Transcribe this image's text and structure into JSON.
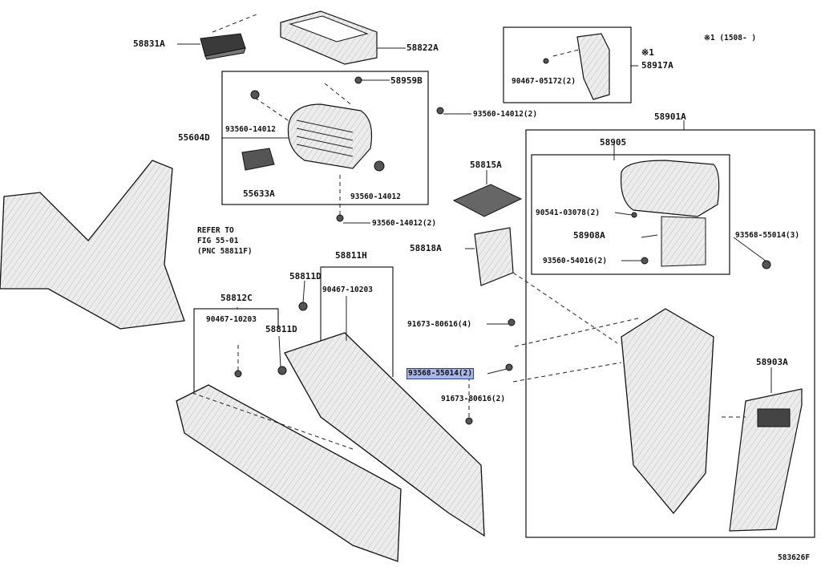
{
  "diagram_code": "583626F",
  "note": "※1 (1508-      )",
  "note_marker": "※1",
  "refer": {
    "line1": "REFER TO",
    "line2": "FIG 55-01",
    "line3": "(PNC 58811F)"
  },
  "highlight_color": "#a9b7e6",
  "parts": {
    "p58831A": "58831A",
    "p58822A": "58822A",
    "p58959B": "58959B",
    "p55604D": "55604D",
    "p93560_14012_a": "93560-14012",
    "p93560_14012_b": "93560-14012",
    "p93560_14012_c": "93560-14012(2)",
    "p93560_14012_d": "93560-14012(2)",
    "p55633A": "55633A",
    "p90467_05172": "90467-05172(2)",
    "p58917A": "58917A",
    "p58901A": "58901A",
    "p58905": "58905",
    "p58815A": "58815A",
    "p90541_03078": "90541-03078(2)",
    "p58908A": "58908A",
    "p93568_55014_a": "93568-55014(3)",
    "p93560_54016": "93560-54016(2)",
    "p58818A": "58818A",
    "p58811H": "58811H",
    "p58811D_a": "58811D",
    "p58811D_b": "58811D",
    "p90467_10203_a": "90467-10203",
    "p90467_10203_b": "90467-10203",
    "p58812C": "58812C",
    "p91673_80616_a": "91673-80616(4)",
    "p91673_80616_b": "91673-80616(2)",
    "p93568_55014_hl": "93568-55014(2)",
    "p58903A": "58903A"
  }
}
